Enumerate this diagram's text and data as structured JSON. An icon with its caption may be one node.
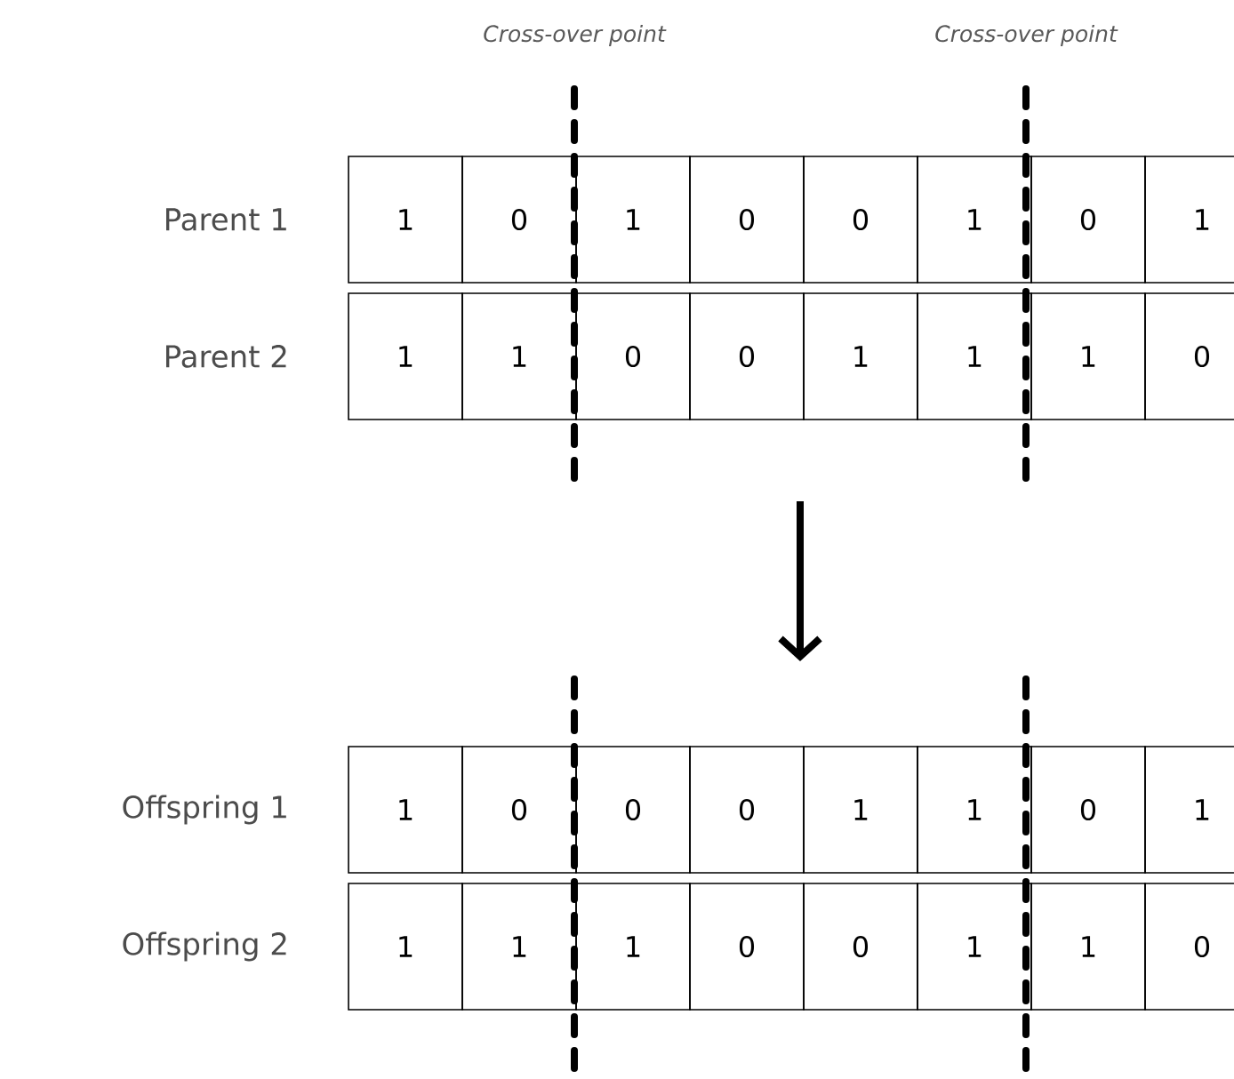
{
  "diagram": {
    "nodes": [
      {
        "text": [
          "1"
        ]
      },
      {
        "text": [
          "0"
        ]
      },
      {
        "text": [
          "1"
        ]
      },
      {
        "text": [
          "0"
        ]
      },
      {
        "text": [
          "0"
        ]
      },
      {
        "text": [
          "1"
        ]
      },
      {
        "text": [
          "0"
        ]
      },
      {
        "text": [
          "1"
        ]
      },
      {
        "text": [
          "1"
        ]
      },
      {
        "text": [
          "1"
        ]
      },
      {
        "text": [
          "0"
        ]
      },
      {
        "text": [
          "0"
        ]
      },
      {
        "text": [
          "1"
        ]
      },
      {
        "text": [
          "1"
        ]
      },
      {
        "text": [
          "1"
        ]
      },
      {
        "text": [
          "0"
        ]
      },
      {
        "text": [
          "1"
        ]
      },
      {
        "text": [
          "0"
        ]
      },
      {
        "text": [
          "0"
        ]
      },
      {
        "text": [
          "0"
        ]
      },
      {
        "text": [
          "1"
        ]
      },
      {
        "text": [
          "1"
        ]
      },
      {
        "text": [
          "0"
        ]
      },
      {
        "text": [
          "1"
        ]
      },
      {
        "text": [
          "1"
        ]
      },
      {
        "text": [
          "1"
        ]
      },
      {
        "text": [
          "1"
        ]
      },
      {
        "text": [
          "0"
        ]
      },
      {
        "text": [
          "0"
        ]
      },
      {
        "text": [
          "1"
        ]
      },
      {
        "text": [
          "1"
        ]
      },
      {
        "text": [
          "0"
        ]
      }
    ],
    "labels": [
      "Cross-over point",
      "Cross-over point",
      "Parent 1",
      "Parent 2",
      "Offspring 1",
      "Offspring 2"
    ]
  }
}
